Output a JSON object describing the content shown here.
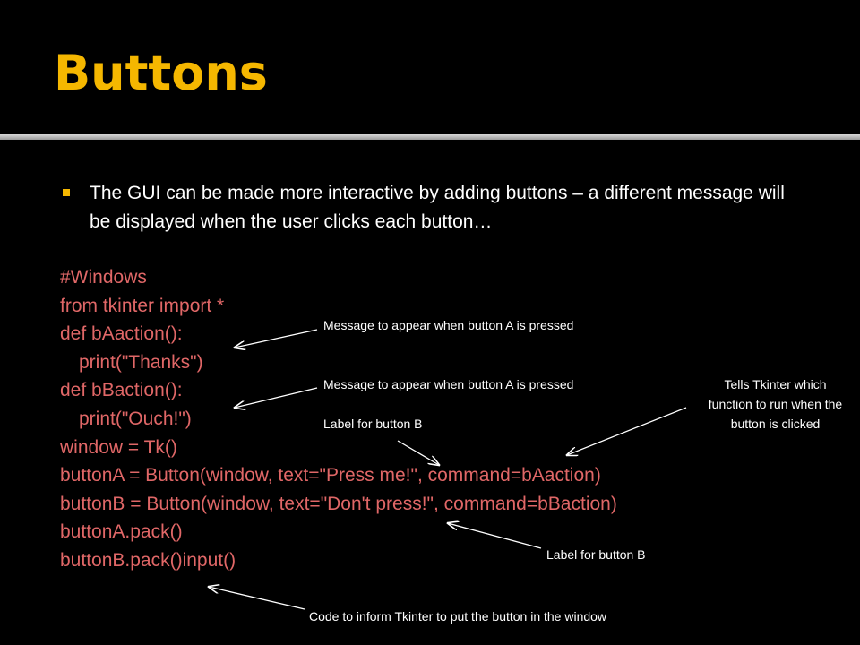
{
  "slide": {
    "title": "Buttons",
    "bullet": "The GUI can be made more interactive by adding buttons – a different message will be displayed when the user clicks each button…",
    "code_lines": [
      "#Windows",
      "from tkinter import *",
      "def bAaction():",
      "print(\"Thanks\")",
      "def bBaction():",
      "print(\"Ouch!\")",
      "window = Tk()",
      "buttonA = Button(window, text=\"Press me!\", command=bAaction)",
      "buttonB = Button(window, text=\"Don't press!\", command=bBaction)",
      "buttonA.pack()",
      "buttonB.pack()input()"
    ],
    "annotations": {
      "msg_a_1": "Message to appear when button A is pressed",
      "msg_a_2": "Message to appear when button A is pressed",
      "label_b_1": "Label for button B",
      "tells_tkinter": "Tells Tkinter which function to run when the button is clicked",
      "label_b_2": "Label for button B",
      "code_inform": "Code to inform Tkinter to put the button in the window"
    },
    "colors": {
      "title": "#f5b700",
      "code": "#e06767",
      "text": "#ffffff",
      "background": "#000000"
    }
  }
}
